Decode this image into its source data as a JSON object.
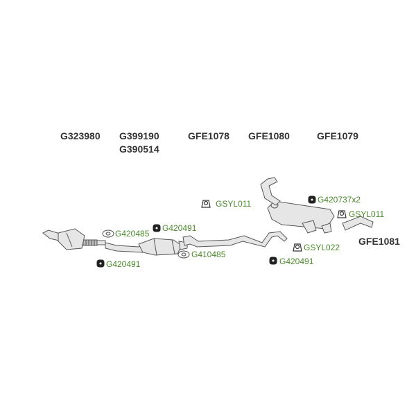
{
  "colors": {
    "main_label": "#333333",
    "accessory_label": "#4a8a2a",
    "part_stroke": "#555555",
    "part_fill": "#e6e6e6",
    "rubber": "#222222"
  },
  "part_numbers": {
    "front_pipe": "G323980",
    "catalyst_1": "G399190",
    "catalyst_2": "G390514",
    "intermediate_pipe": "GFE1078",
    "rear_silencer": "GFE1080",
    "tail_pipe_left": "GFE1079",
    "tail_pipe_right": "GFE1081"
  },
  "accessories": {
    "gasket_front": "G420485",
    "rubber_front": "G420491",
    "rubber_mid": "G420491",
    "gasket_mid": "G410485",
    "clamp_top": "GSYL011",
    "rubber_rear_x2": "G420737x2",
    "clamp_right": "GSYL011",
    "clamp_bottom": "GSYL022",
    "rubber_rear": "G420491"
  },
  "icons": [
    "gasket-icon",
    "rubber-mount-icon",
    "clamp-icon"
  ]
}
